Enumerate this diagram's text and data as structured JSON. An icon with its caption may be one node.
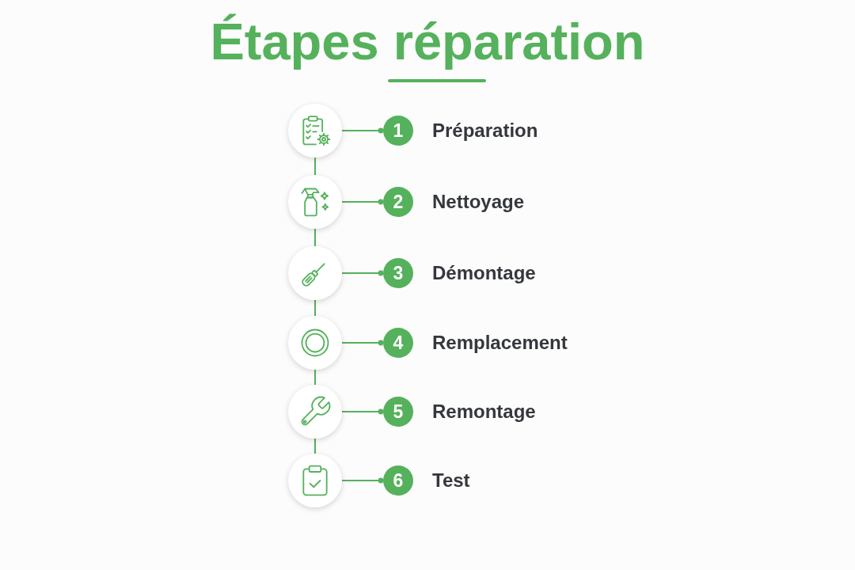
{
  "diagram": {
    "title": "Étapes réparation",
    "nodes": [
      {
        "text": [],
        "shape": "circle"
      },
      {
        "text": [
          "1"
        ],
        "beside": [
          "Préparation"
        ]
      },
      {
        "text": [],
        "shape": "circle"
      },
      {
        "text": [
          "2"
        ],
        "beside": [
          "Nettoyage"
        ]
      },
      {
        "text": [],
        "shape": "circle"
      },
      {
        "text": [
          "3"
        ],
        "beside": [
          "Démontage"
        ]
      },
      {
        "text": [],
        "shape": "circle"
      },
      {
        "text": [
          "4"
        ],
        "beside": [
          "Remplacement"
        ]
      },
      {
        "text": [],
        "shape": "circle"
      },
      {
        "text": [
          "5"
        ],
        "beside": [
          "Remontage"
        ]
      },
      {
        "text": [],
        "shape": "circle"
      },
      {
        "text": [
          "6"
        ],
        "beside": [
          "Test"
        ]
      }
    ],
    "edges": [
      {
        "from": 0,
        "to": 1,
        "arrow": "other"
      },
      {
        "from": 0,
        "to": 2,
        "arrow": "none"
      },
      {
        "from": 2,
        "to": 3,
        "arrow": "other"
      },
      {
        "from": 2,
        "to": 4,
        "arrow": "none"
      },
      {
        "from": 4,
        "to": 5,
        "arrow": "other"
      },
      {
        "from": 4,
        "to": 6,
        "arrow": "none"
      },
      {
        "from": 6,
        "to": 7,
        "arrow": "other"
      },
      {
        "from": 6,
        "to": 8,
        "arrow": "none"
      },
      {
        "from": 8,
        "to": 9,
        "arrow": "other"
      },
      {
        "from": 8,
        "to": 10,
        "arrow": "none"
      },
      {
        "from": 10,
        "to": 11,
        "arrow": "other"
      }
    ]
  }
}
